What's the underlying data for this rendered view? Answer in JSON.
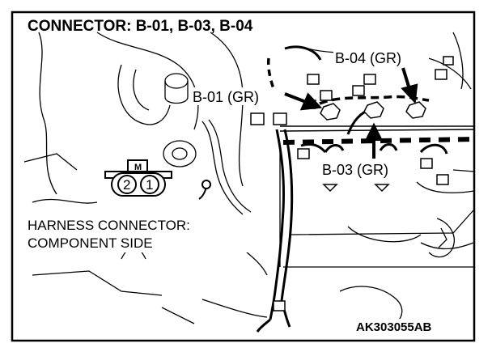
{
  "title": "CONNECTOR: B-01, B-03, B-04",
  "callouts": {
    "b04": "B-04 (GR)",
    "b01": "B-01 (GR)",
    "b03": "B-03 (GR)"
  },
  "harness_label": {
    "line1": "HARNESS CONNECTOR:",
    "line2": "COMPONENT SIDE"
  },
  "connector_face": {
    "marker": "M",
    "pin_left": "2",
    "pin_right": "1"
  },
  "reference_code": "AK303055AB"
}
